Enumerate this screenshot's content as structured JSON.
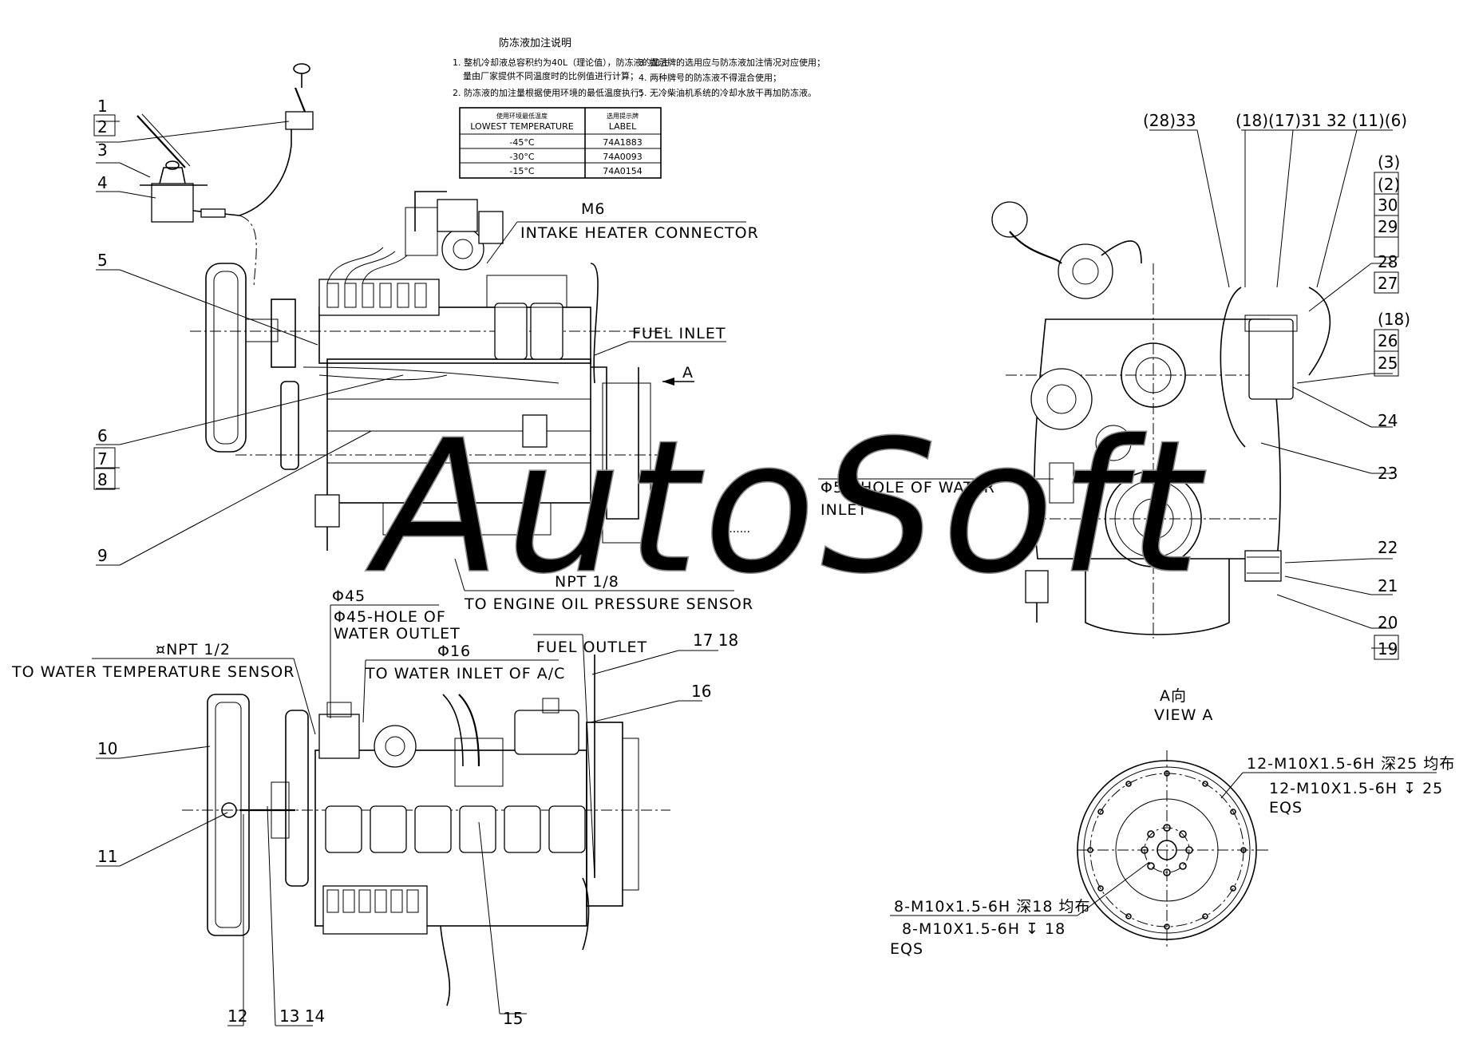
{
  "notes": {
    "title": "防冻液加注说明",
    "left": [
      "1. 整机冷却液总容积约为40L（理论值），防冻液的加注",
      "量由厂家提供不同温度时的比例值进行计算；",
      "2. 防冻液的加注量根据使用环境的最低温度执行；"
    ],
    "right": [
      "3. 提示牌的选用应与防冻液加注情况对应使用；",
      "4. 两种牌号的防冻液不得混合使用；",
      "5. 无冷柴油机系统的冷却水放干再加防冻液。"
    ]
  },
  "table": {
    "header_left_cn": "使用环境最低温度",
    "header_left_en": "LOWEST TEMPERATURE",
    "header_right_cn": "选用提示牌",
    "header_right_en": "LABEL",
    "rows": [
      {
        "temp": "-45°C",
        "label": "74A1883"
      },
      {
        "temp": "-30°C",
        "label": "74A0093"
      },
      {
        "temp": "-15°C",
        "label": "74A0154"
      }
    ]
  },
  "left_items": [
    "1",
    "2",
    "3",
    "4",
    "5",
    "6",
    "7",
    "8",
    "9",
    "10",
    "11",
    "12",
    "13 14",
    "15",
    "16",
    "17 18"
  ],
  "right_items": [
    "(28)33",
    "(18)(17)31 32 (11)(6)",
    "(3)",
    "(2)",
    "30",
    "29",
    "28",
    "27",
    "(18)",
    "26",
    "25",
    "24",
    "23",
    "22",
    "21",
    "20",
    "19"
  ],
  "annotations": {
    "m6": "M6",
    "intake_heater": "INTAKE HEATER CONNECTOR",
    "fuel_inlet": "FUEL INLET",
    "arrow_a": "A",
    "npt18": "NPT 1/8",
    "oil_pressure": "TO ENGINE OIL PRESSURE SENSOR",
    "phi45": "Φ45",
    "phi45_hole_1": "Φ45-HOLE OF",
    "phi45_hole_2": "WATER OUTLET",
    "phi16": "Φ16",
    "water_inlet_ac": "TO WATER INLET OF A/C",
    "npt12": "¤NPT 1/2",
    "water_temp": "TO WATER TEMPERATURE SENSOR",
    "fuel_outlet": "FUEL OUTLET",
    "phi58_1": "Φ58-HOLE OF WATER",
    "phi58_2": "INLET",
    "view_a_cn": "A向",
    "view_a": "VIEW A",
    "bolt12_cn": "12-M10X1.5-6H 深25 均布",
    "bolt12_en": "12-M10X1.5-6H ↧ 25",
    "bolt12_eqs": "EQS",
    "bolt8_cn": "8-M10x1.5-6H 深18 均布",
    "bolt8_en": "8-M10X1.5-6H ↧ 18",
    "bolt8_eqs": "EQS"
  },
  "watermark": {
    "text": "AutoSoft",
    "small": "........."
  }
}
